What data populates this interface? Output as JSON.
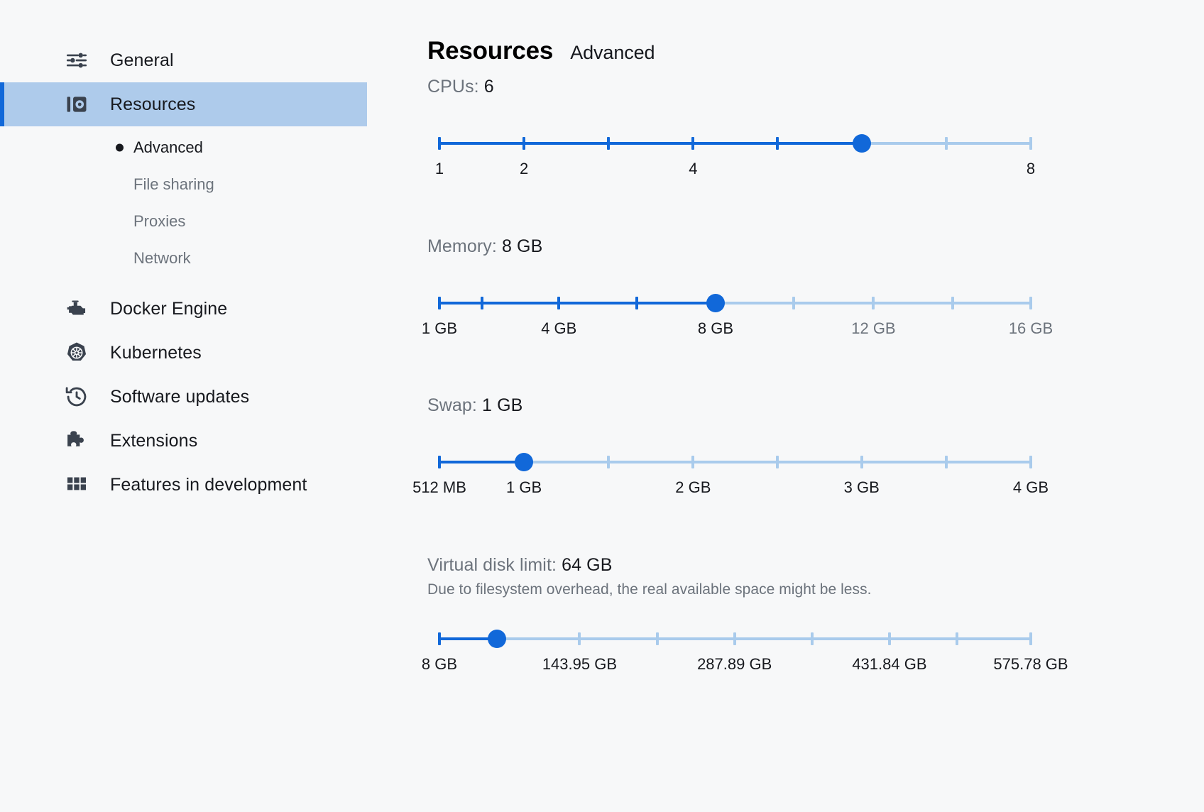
{
  "sidebar": {
    "items": [
      {
        "label": "General",
        "icon": "sliders-icon",
        "active": false
      },
      {
        "label": "Resources",
        "icon": "resources-icon",
        "active": true
      },
      {
        "label": "Docker Engine",
        "icon": "engine-icon",
        "active": false
      },
      {
        "label": "Kubernetes",
        "icon": "kubernetes-helm-icon",
        "active": false
      },
      {
        "label": "Software updates",
        "icon": "clock-history-icon",
        "active": false
      },
      {
        "label": "Extensions",
        "icon": "puzzle-piece-icon",
        "active": false
      },
      {
        "label": "Features in development",
        "icon": "grid-squares-icon",
        "active": false
      }
    ],
    "subitems": [
      {
        "label": "Advanced",
        "selected": true
      },
      {
        "label": "File sharing",
        "selected": false
      },
      {
        "label": "Proxies",
        "selected": false
      },
      {
        "label": "Network",
        "selected": false
      }
    ]
  },
  "header": {
    "title": "Resources",
    "subtitle": "Advanced"
  },
  "colors": {
    "accent": "#1168d9",
    "track_inactive": "#a9cbec",
    "selection_bg": "#aecbeb",
    "background": "#f7f8f9",
    "text": "#17191e",
    "text_muted": "#6c737c"
  },
  "sections": [
    {
      "name": "cpus",
      "label_prefix": "CPUs: ",
      "value": "6",
      "note": "",
      "slider": {
        "fill_percent": 71.4,
        "thumb_percent": 71.4,
        "ticks": [
          0,
          14.3,
          28.6,
          42.9,
          57.1,
          71.4,
          85.7,
          100
        ],
        "labels": [
          {
            "text": "1",
            "percent": 0,
            "muted": false
          },
          {
            "text": "2",
            "percent": 14.3,
            "muted": false
          },
          {
            "text": "4",
            "percent": 42.9,
            "muted": false
          },
          {
            "text": "8",
            "percent": 100,
            "muted": false
          }
        ]
      }
    },
    {
      "name": "memory",
      "label_prefix": "Memory: ",
      "value": "8 GB",
      "note": "",
      "slider": {
        "fill_percent": 46.7,
        "thumb_percent": 46.7,
        "ticks": [
          0,
          7.2,
          20.2,
          33.4,
          46.7,
          59.9,
          73.4,
          86.8,
          100
        ],
        "labels": [
          {
            "text": "1 GB",
            "percent": 0,
            "muted": false
          },
          {
            "text": "4 GB",
            "percent": 20.2,
            "muted": false
          },
          {
            "text": "8 GB",
            "percent": 46.7,
            "muted": false
          },
          {
            "text": "12 GB",
            "percent": 73.4,
            "muted": true
          },
          {
            "text": "16 GB",
            "percent": 100,
            "muted": true
          }
        ]
      }
    },
    {
      "name": "swap",
      "label_prefix": "Swap: ",
      "value": "1 GB",
      "note": "",
      "slider": {
        "fill_percent": 14.3,
        "thumb_percent": 14.3,
        "ticks": [
          0,
          14.3,
          28.6,
          42.9,
          57.1,
          71.4,
          85.7,
          100
        ],
        "labels": [
          {
            "text": "512 MB",
            "percent": 0,
            "muted": false
          },
          {
            "text": "1 GB",
            "percent": 14.3,
            "muted": false
          },
          {
            "text": "2 GB",
            "percent": 42.9,
            "muted": false
          },
          {
            "text": "3 GB",
            "percent": 71.4,
            "muted": false
          },
          {
            "text": "4 GB",
            "percent": 100,
            "muted": false
          }
        ]
      }
    },
    {
      "name": "virtual-disk-limit",
      "label_prefix": "Virtual disk limit: ",
      "value": "64 GB",
      "note": "Due to filesystem overhead, the real available space might be less.",
      "slider": {
        "fill_percent": 9.7,
        "thumb_percent": 9.7,
        "ticks": [
          0,
          9.7,
          23.7,
          36.8,
          49.9,
          63.0,
          76.1,
          87.5,
          100
        ],
        "labels": [
          {
            "text": "8 GB",
            "percent": 0,
            "muted": false
          },
          {
            "text": "143.95 GB",
            "percent": 23.7,
            "muted": false
          },
          {
            "text": "287.89 GB",
            "percent": 49.9,
            "muted": false
          },
          {
            "text": "431.84 GB",
            "percent": 76.1,
            "muted": false
          },
          {
            "text": "575.78 GB",
            "percent": 100,
            "muted": false
          }
        ]
      }
    }
  ]
}
